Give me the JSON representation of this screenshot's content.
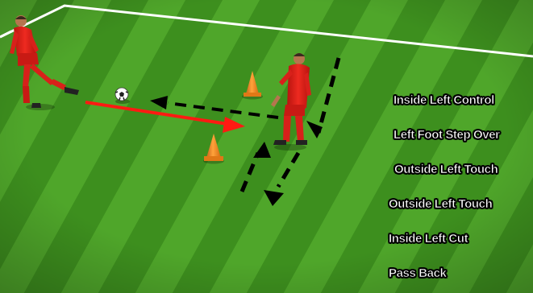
{
  "steps": [
    {
      "label": "Inside Left Control"
    },
    {
      "label": "Left Foot Step Over"
    },
    {
      "label": "Outside Left Touch"
    },
    {
      "label": "Outside Left Touch"
    },
    {
      "label": "Inside Left Cut"
    },
    {
      "label": "Pass Back"
    }
  ],
  "colors": {
    "grass_dark": "#3d8f1e",
    "grass_light": "#4fa62a",
    "field_lines": "#ffffff",
    "player_kit": "#e4201b",
    "cone": "#f08a1c",
    "pass_arrow": "#ff1a12",
    "run_arrow": "#000000"
  },
  "icons": [
    "player-passer",
    "player-receiver",
    "cone",
    "ball"
  ]
}
